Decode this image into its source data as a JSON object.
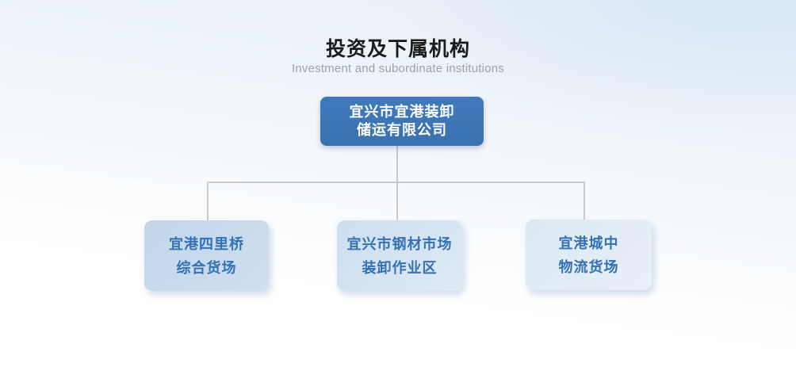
{
  "header": {
    "title": "投资及下属机构",
    "subtitle": "Investment and subordinate institutions"
  },
  "org_chart": {
    "root": {
      "label_line1": "宜兴市宜港装卸",
      "label_line2": "储运有限公司"
    },
    "children": [
      {
        "label_line1": "宜港四里桥",
        "label_line2": "综合货场"
      },
      {
        "label_line1": "宜兴市钢材市场",
        "label_line2": "装卸作业区"
      },
      {
        "label_line1": "宜港城中",
        "label_line2": "物流货场"
      }
    ]
  },
  "colors": {
    "background_top": "#e6eef7",
    "background_bottom": "#ffffff",
    "root_box_bg": "#3b73b3",
    "root_box_text": "#ffffff",
    "child_box_bg_left": "#c5d7eb",
    "child_box_bg_middle": "#d3e1f1",
    "child_box_bg_right": "#e0eaf5",
    "child_box_text": "#3471b3",
    "connector_line": "#c9c9c9",
    "title_text": "#1b1b1b",
    "subtitle_text": "#9aa3ab"
  }
}
